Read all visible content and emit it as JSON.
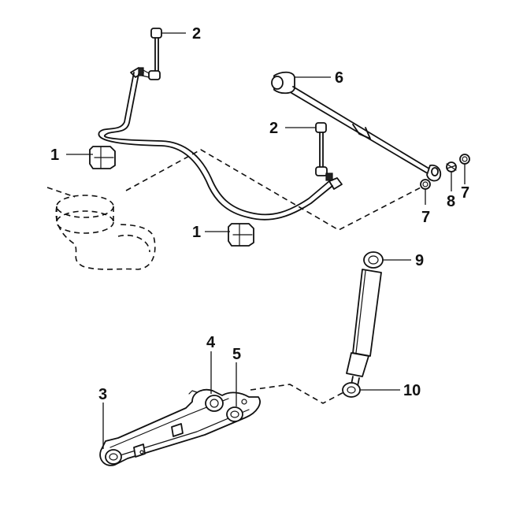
{
  "callouts": [
    {
      "id": "c1a",
      "text": "1"
    },
    {
      "id": "c1b",
      "text": "1"
    },
    {
      "id": "c2a",
      "text": "2"
    },
    {
      "id": "c2b",
      "text": "2"
    },
    {
      "id": "c3",
      "text": "3"
    },
    {
      "id": "c4",
      "text": "4"
    },
    {
      "id": "c5",
      "text": "5"
    },
    {
      "id": "c6",
      "text": "6"
    },
    {
      "id": "c7a",
      "text": "7"
    },
    {
      "id": "c7b",
      "text": "7"
    },
    {
      "id": "c8",
      "text": "8"
    },
    {
      "id": "c9",
      "text": "9"
    },
    {
      "id": "c10",
      "text": "10"
    }
  ]
}
